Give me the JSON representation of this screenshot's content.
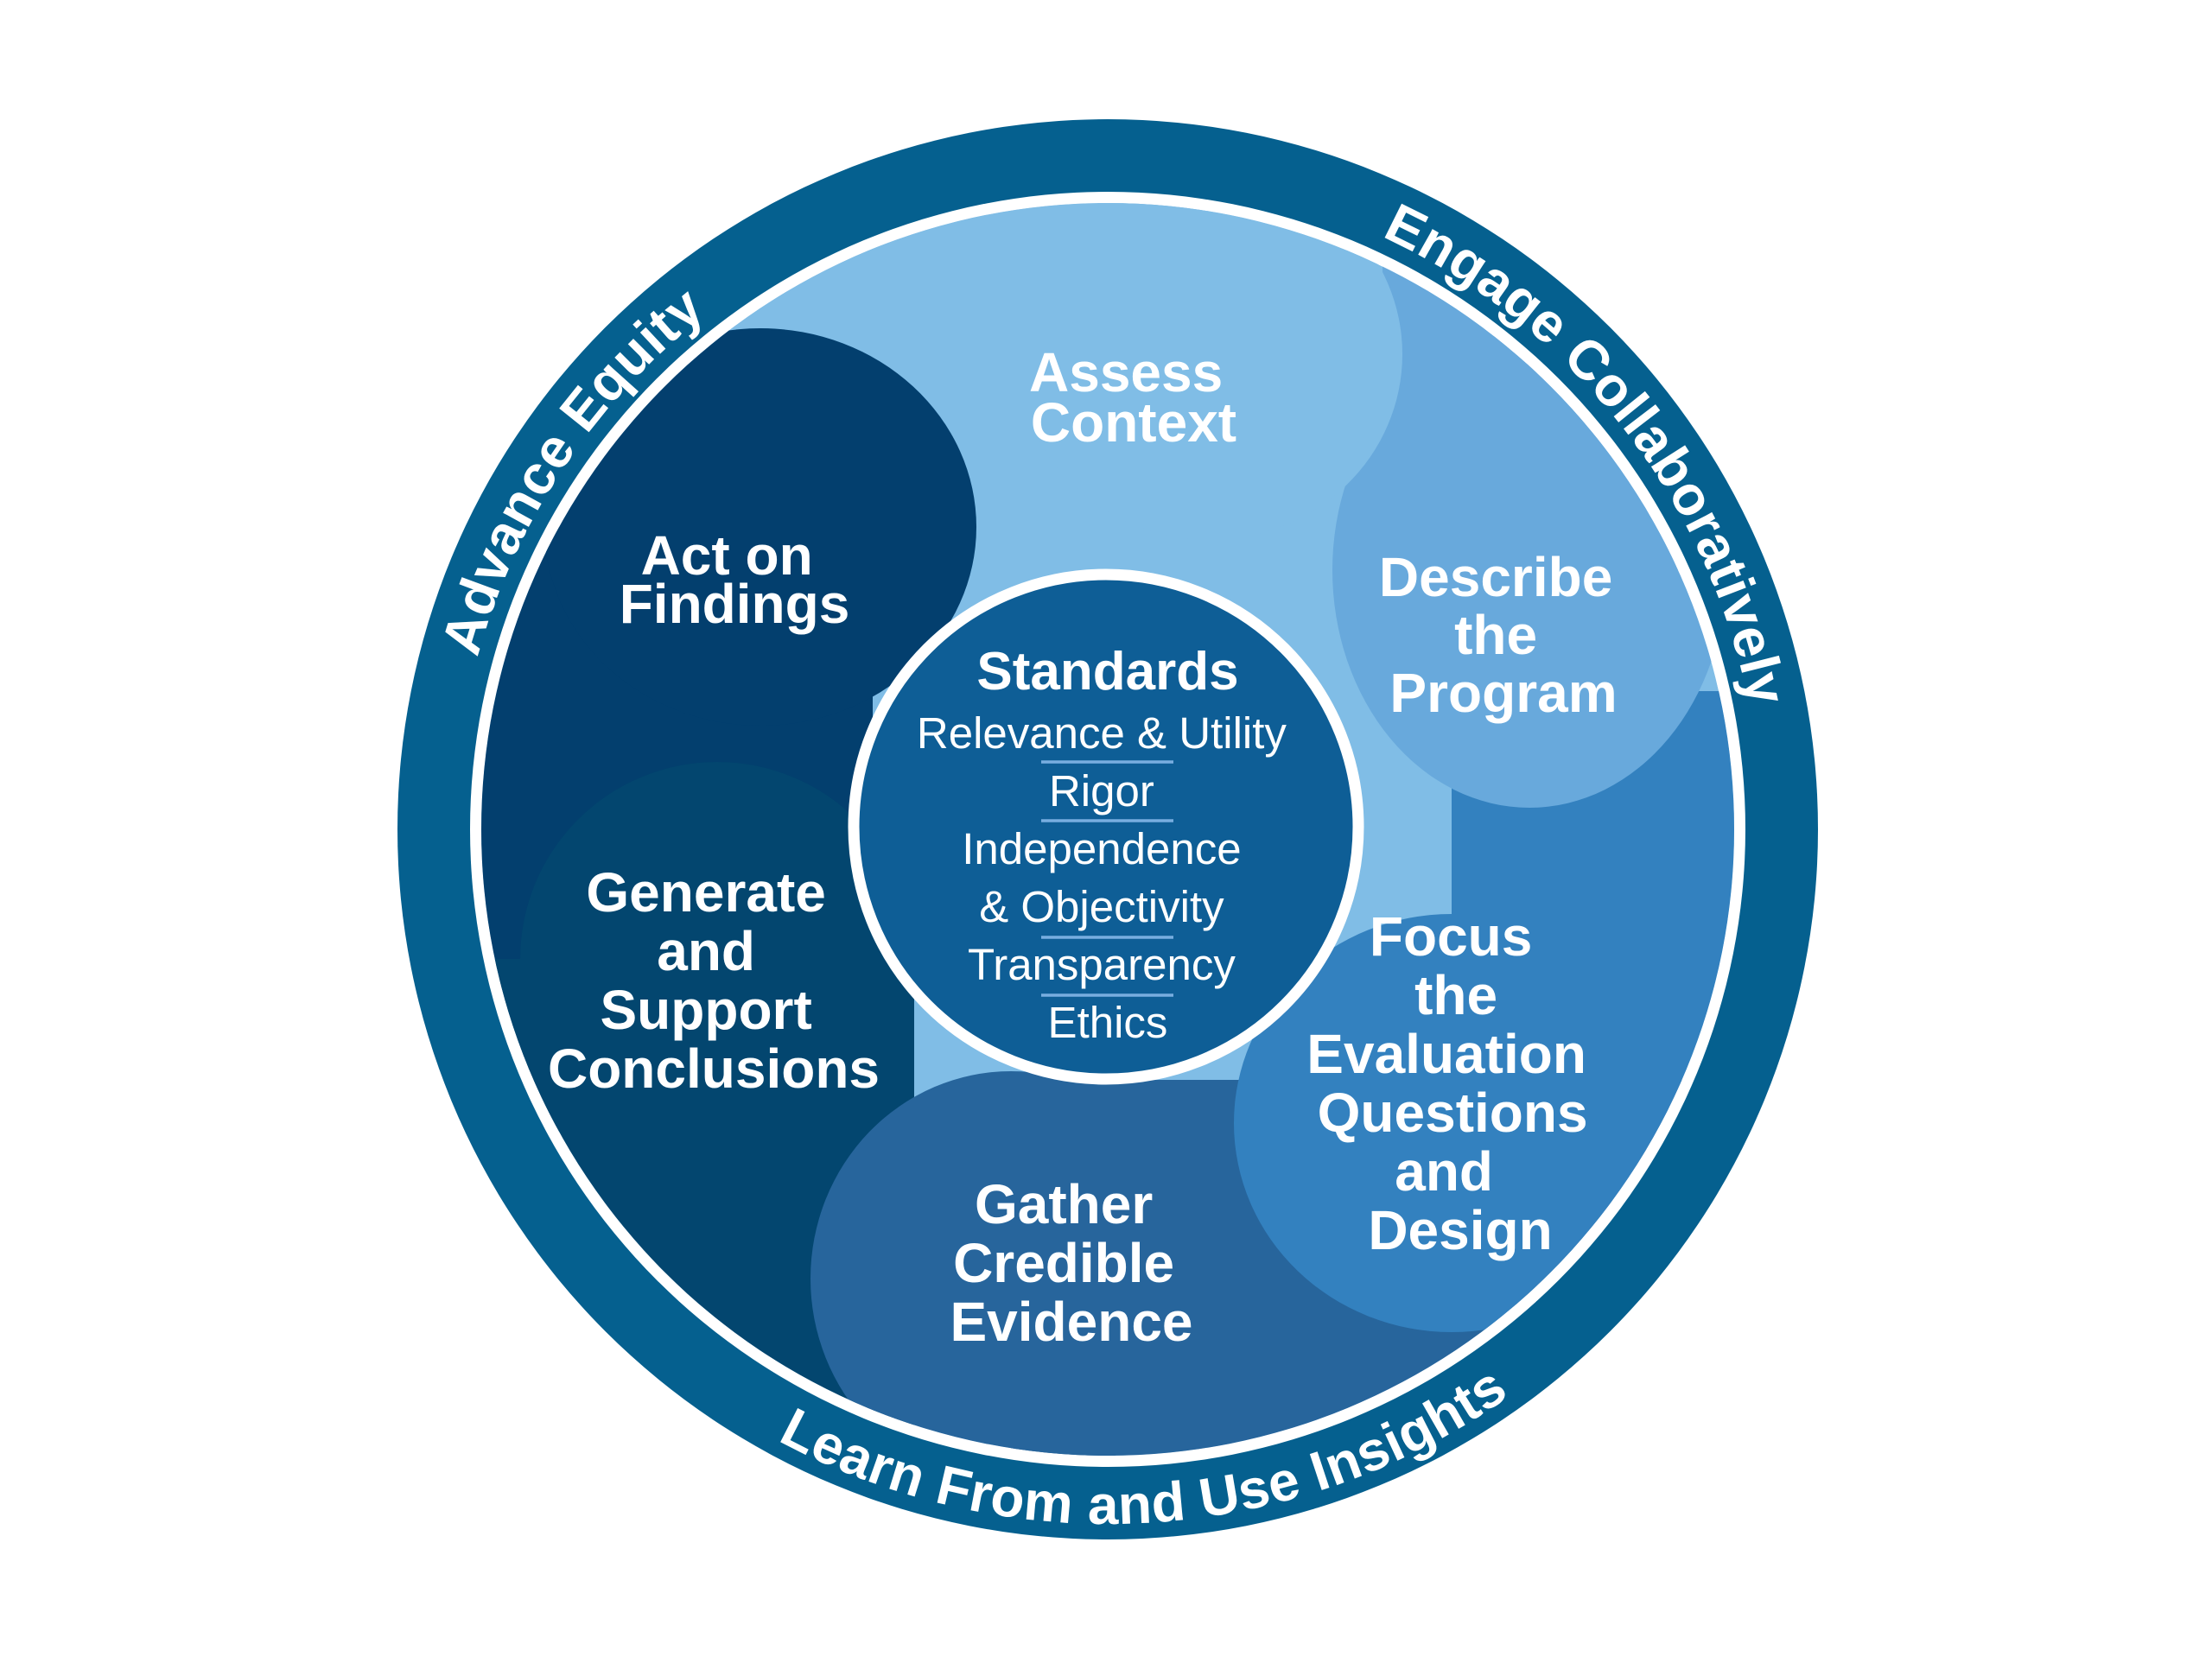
{
  "diagram": {
    "title": "Evaluation Framework",
    "colors": {
      "outer_ring": "#05608f",
      "divider": "#ffffff",
      "center_circle": "#0e5e96",
      "standards_separator": "#78aee0",
      "text": "#ffffff"
    },
    "outer_ring": {
      "left_label": "Advance Equity",
      "right_label": "Engage Collaboratively",
      "bottom_label": "Learn From and Use Insights"
    },
    "steps": {
      "assess_context": {
        "lines": [
          "Assess",
          "Context"
        ],
        "color": "#80bde6"
      },
      "describe_program": {
        "lines": [
          "Describe",
          "the",
          "Program"
        ],
        "color": "#68a9dc"
      },
      "focus_evaluation": {
        "lines": [
          "Focus",
          "the",
          "Evaluation",
          "Questions",
          "and",
          "Design"
        ],
        "color": "#3381bf"
      },
      "gather_evidence": {
        "lines": [
          "Gather",
          "Credible",
          "Evidence"
        ],
        "color": "#27659c"
      },
      "generate_conclusions": {
        "lines": [
          "Generate",
          "and",
          "Support",
          "Conclusions"
        ],
        "color": "#03466f"
      },
      "act_on_findings": {
        "lines": [
          "Act on",
          "Findings"
        ],
        "color": "#033f6e"
      }
    },
    "standards": {
      "title": "Standards",
      "items": [
        {
          "lines": [
            "Relevance & Utility"
          ]
        },
        {
          "lines": [
            "Rigor"
          ]
        },
        {
          "lines": [
            "Independence",
            "& Objectivity"
          ]
        },
        {
          "lines": [
            "Transparency"
          ]
        },
        {
          "lines": [
            "Ethics"
          ]
        }
      ]
    }
  }
}
